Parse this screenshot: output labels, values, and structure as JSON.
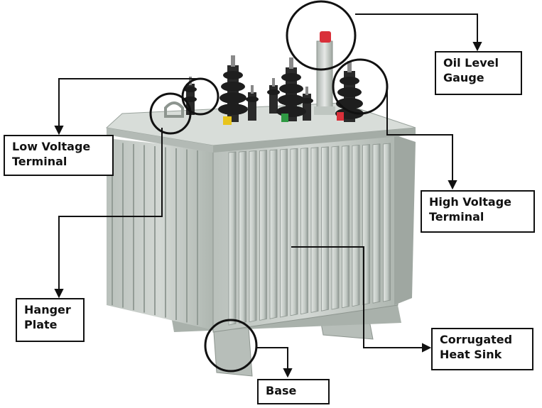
{
  "labels": {
    "oil_level_gauge": [
      "Oil Level",
      "Gauge"
    ],
    "low_voltage_terminal": [
      "Low Voltage",
      "Terminal"
    ],
    "high_voltage_terminal": [
      "High Voltage",
      "Terminal"
    ],
    "hanger_plate": [
      "Hanger",
      "Plate"
    ],
    "corrugated_heat_sink": [
      "Corrugated",
      "Heat Sink"
    ],
    "base": [
      "Base"
    ]
  },
  "colors": {
    "tank": "#c9cfca",
    "tank_dark": "#9aa39d",
    "bushing": "#2a2a2a",
    "gauge_cap": "#d9303a",
    "callout": "#111111"
  }
}
